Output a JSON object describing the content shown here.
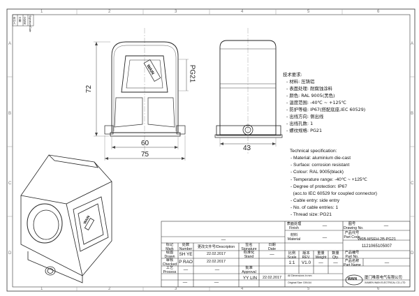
{
  "side_strip": {
    "a": "设计人",
    "b": "日期",
    "c": "文件名",
    "d": "Signature/Date"
  },
  "grid": {
    "cols_top": [
      "1",
      "2",
      "3",
      "4",
      "5",
      "6"
    ],
    "cols_bottom": [
      "1",
      "2",
      "3",
      "4",
      "5",
      "6"
    ],
    "rows_left": [
      "A",
      "B",
      "C",
      "D"
    ],
    "rows_right": [
      "A",
      "B",
      "C",
      "D"
    ]
  },
  "dimensions": {
    "height": "72",
    "width_inner": "60",
    "width_outer": "75",
    "depth": "43",
    "thread": "PG21"
  },
  "logo_text": "WAIN",
  "spec_cn": {
    "title": "技术要求:",
    "lines": [
      "- 材料: 压铸铝",
      "- 表面处理: 耐腐蚀涂料",
      "- 颜色: RAL 9005(黑色)",
      "- 温度范围: -40℃ ~ +125℃",
      "- 防护等级: IP67(搭配底座,IEC 60529)",
      "- 出线方向: 侧出线",
      "- 出线孔数: 1",
      "- 螺纹规格: PG21"
    ]
  },
  "spec_en": {
    "title": "Technical specification:",
    "lines": [
      "- Material: aluminium die-cast",
      "- Surface: corrosion resistant",
      "- Colour: RAL 9005(black)",
      "- Temperature range: -40℃ ~ +125℃",
      "- Degree of protection: IP67",
      "  (acc.to IEC 60529 for coupled connector)",
      "- Cable entry: side entry",
      "- No. of cable entries: 1",
      "- Thread size: PG21"
    ]
  },
  "title_block": {
    "finish_label": "表面处理\nFinish",
    "finish_value": "—",
    "drawing_no_label": "图号\nDrawing No.",
    "drawing_no_value": "—",
    "part_code_label": "产品代号\nPart Code",
    "part_code_value": "W6B-MSEH-2B-PG21",
    "material_label": "材料\nMaterial",
    "material_value": "—",
    "part_no_label": "产品编号\nPart No.",
    "part_no_value": "1121065105007",
    "part_name_label": "产品名称\nPart Name",
    "part_name_value": "—",
    "hdr_mark": "标记\nMark",
    "hdr_number": "处数\nNumber",
    "hdr_change": "更改文件号/Description",
    "hdr_signature": "签名\nSignature",
    "hdr_date": "日期\nDate",
    "hdr_scale": "比例\nScale",
    "hdr_rev": "版本\nREV.",
    "hdr_weight": "重量\nWeight",
    "hdr_qty": "数量\nQty.",
    "drawn_label": "绘图\nDrawn",
    "drawn_by": "SH YE",
    "drawn_date": "22.02.2017",
    "checked_label": "审核\nChecked",
    "checked_by": "P RAO",
    "checked_date": "22.02.2017",
    "process_label": "工艺\nProcess",
    "process_value": "—",
    "stand_label": "标准化\nStand",
    "stand_value": "—",
    "approval_label": "批准\nApproval",
    "approval_by": "YY LIN",
    "approval_date": "22.02.2017",
    "scale_value": "1:1",
    "rev_value": "V1.0",
    "weight_value": "—",
    "qty_value": "—",
    "dash": "—",
    "note1": "All Dimensions in mm",
    "note2": "Original Size: DIN A4",
    "company_cn": "厦门唯恩电气有限公司",
    "company_en": "XIAMEN WAIN ELECTRICAL CO.,LTD",
    "logo": "WAIN"
  }
}
